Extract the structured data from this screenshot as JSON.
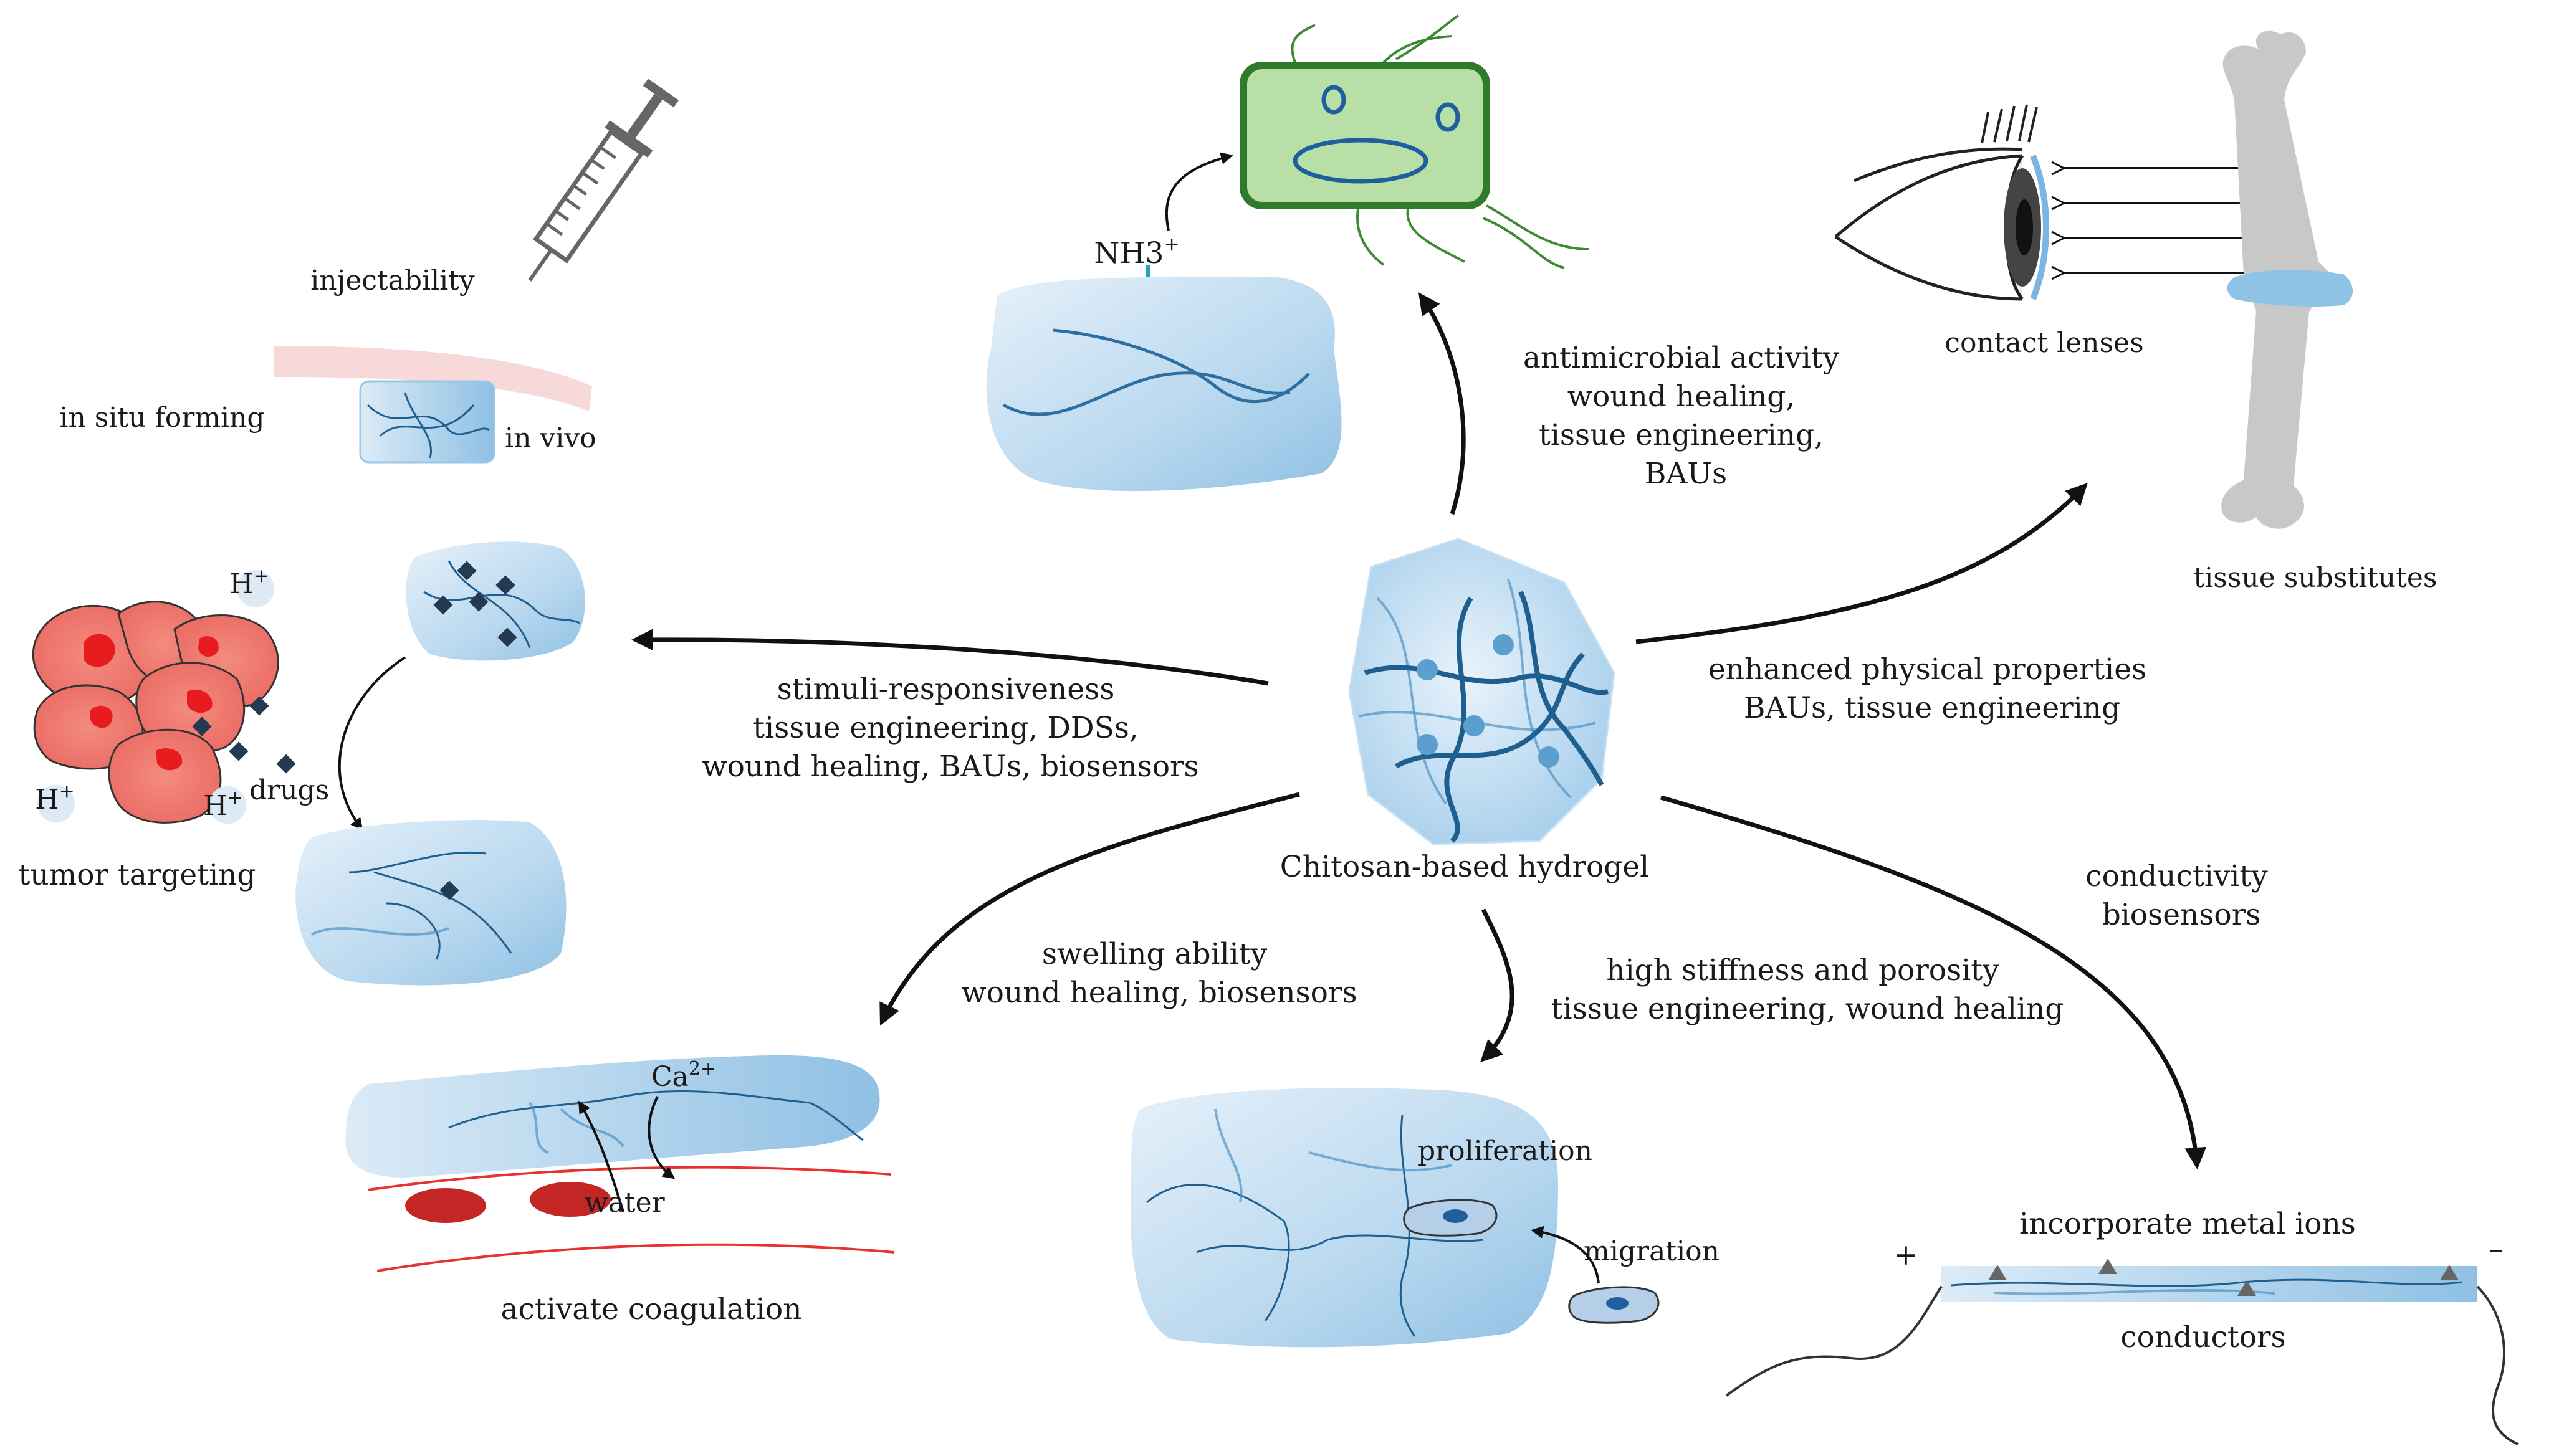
{
  "center": {
    "label": "Chitosan-based hydrogel"
  },
  "branches": {
    "antimicrobial": {
      "lines": [
        "antimicrobial activity",
        "wound healing,",
        "tissue engineering,",
        "BAUs"
      ],
      "chem_label": "NH3",
      "chem_charge": "+"
    },
    "physical": {
      "lines": [
        "enhanced physical properties",
        "BAUs, tissue engineering"
      ],
      "contact_label": "contact lenses",
      "tissue_label": "tissue substitutes"
    },
    "stimuli": {
      "lines": [
        "stimuli-responsiveness",
        "tissue engineering, DDSs,",
        "wound healing, BAUs, biosensors"
      ],
      "tumor_label": "tumor targeting",
      "drugs_label": "drugs",
      "proton": "H",
      "proton_charge": "+"
    },
    "injectable": {
      "injectability": "injectability",
      "in_situ": "in situ forming",
      "in_vivo": "in vivo"
    },
    "swelling": {
      "lines": [
        "swelling ability",
        "wound healing, biosensors"
      ],
      "ion": "Ca",
      "ion_charge": "2+",
      "water": "water",
      "caption": "activate coagulation"
    },
    "stiffness": {
      "lines": [
        "high stiffness and porosity",
        "tissue engineering, wound healing"
      ],
      "proliferation": "proliferation",
      "migration": "migration"
    },
    "conductivity": {
      "lines": [
        "conductivity",
        "biosensors"
      ],
      "metal_ions": "incorporate metal ions",
      "conductors": "conductors",
      "plus": "+",
      "minus": "–"
    }
  },
  "colors": {
    "gel_light": "#d6e9f7",
    "gel_mid": "#a9cfec",
    "fiber": "#1f5f8f",
    "bacterium_fill": "#b7dfa6",
    "bacterium_stroke": "#2f7a2c",
    "tumor": "#f07a70",
    "tumor_core": "#e81c1c",
    "bone": "#c8c8c8",
    "cartilage": "#8ec3e6",
    "blood_vessel": "#e8322f"
  },
  "icons": [
    "syringe-icon",
    "bacterium-icon",
    "eye-icon",
    "bone-icon",
    "tumor-cells-icon",
    "cell-icon",
    "drug-diamond-icon"
  ]
}
